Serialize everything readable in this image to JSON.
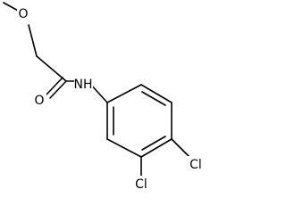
{
  "molecule": {
    "atoms": {
      "methoxy_oxygen": "O",
      "carbonyl_oxygen": "O",
      "amide_nitrogen": "NH",
      "chlorine_para": "Cl",
      "chlorine_meta": "Cl"
    }
  },
  "colors": {
    "bond": "#000000",
    "label": "#000000",
    "background": "#ffffff"
  }
}
